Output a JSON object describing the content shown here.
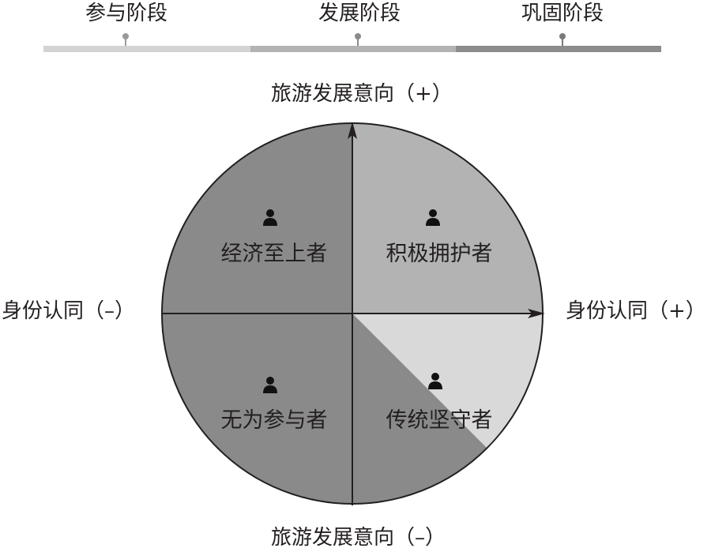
{
  "stages": [
    {
      "label": "参与阶段",
      "color": "#d3d3d3"
    },
    {
      "label": "发展阶段",
      "color": "#b3b3b3"
    },
    {
      "label": "巩固阶段",
      "color": "#8c8c8c"
    }
  ],
  "axes": {
    "y_positive": "旅游发展意向（+）",
    "y_negative": "旅游发展意向（–）",
    "x_negative": "身份认同（–）",
    "x_positive": "身份认同（+）"
  },
  "quadrants": {
    "top_left": {
      "label": "经济至上者",
      "icon": "person-icon",
      "color": "#8a8a8a"
    },
    "top_right": {
      "label": "积极拥护者",
      "icon": "person-icon",
      "color": "#b3b3b3"
    },
    "bottom_left": {
      "label": "无为参与者",
      "icon": "person-icon",
      "color": "#8a8a8a"
    },
    "bottom_right": {
      "label": "传统坚守者",
      "icon": "person-icon",
      "color": "#d9d9d9"
    }
  }
}
